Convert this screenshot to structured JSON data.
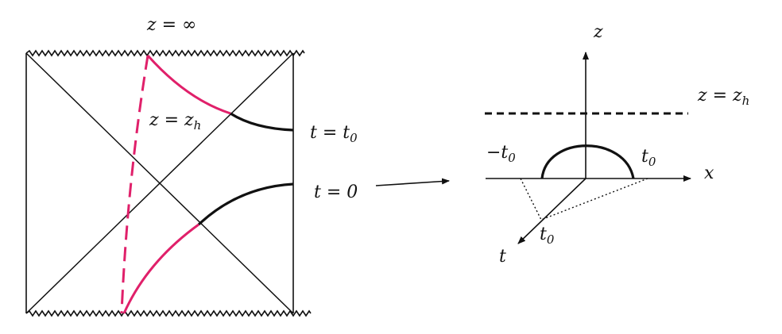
{
  "colors": {
    "ink": "#111111",
    "curve_black": "#111111",
    "curve_magenta": "#e0206a"
  },
  "left_diagram": {
    "top_label": "z = ∞",
    "horizon_label": "z = z",
    "horizon_label_sub": "h",
    "time_label_t0": "t = t",
    "time_label_t0_sub": "0",
    "time_label_zero": "t = 0"
  },
  "right_diagram": {
    "z_axis_label": "z",
    "x_axis_label": "x",
    "t_axis_label": "t",
    "horizon_label": "z = z",
    "horizon_label_sub": "h",
    "neg_t0_label": "−t",
    "neg_t0_sub": "0",
    "pos_t0_label": "t",
    "pos_t0_sub": "0",
    "t_axis_t0_label": "t",
    "t_axis_t0_sub": "0"
  }
}
